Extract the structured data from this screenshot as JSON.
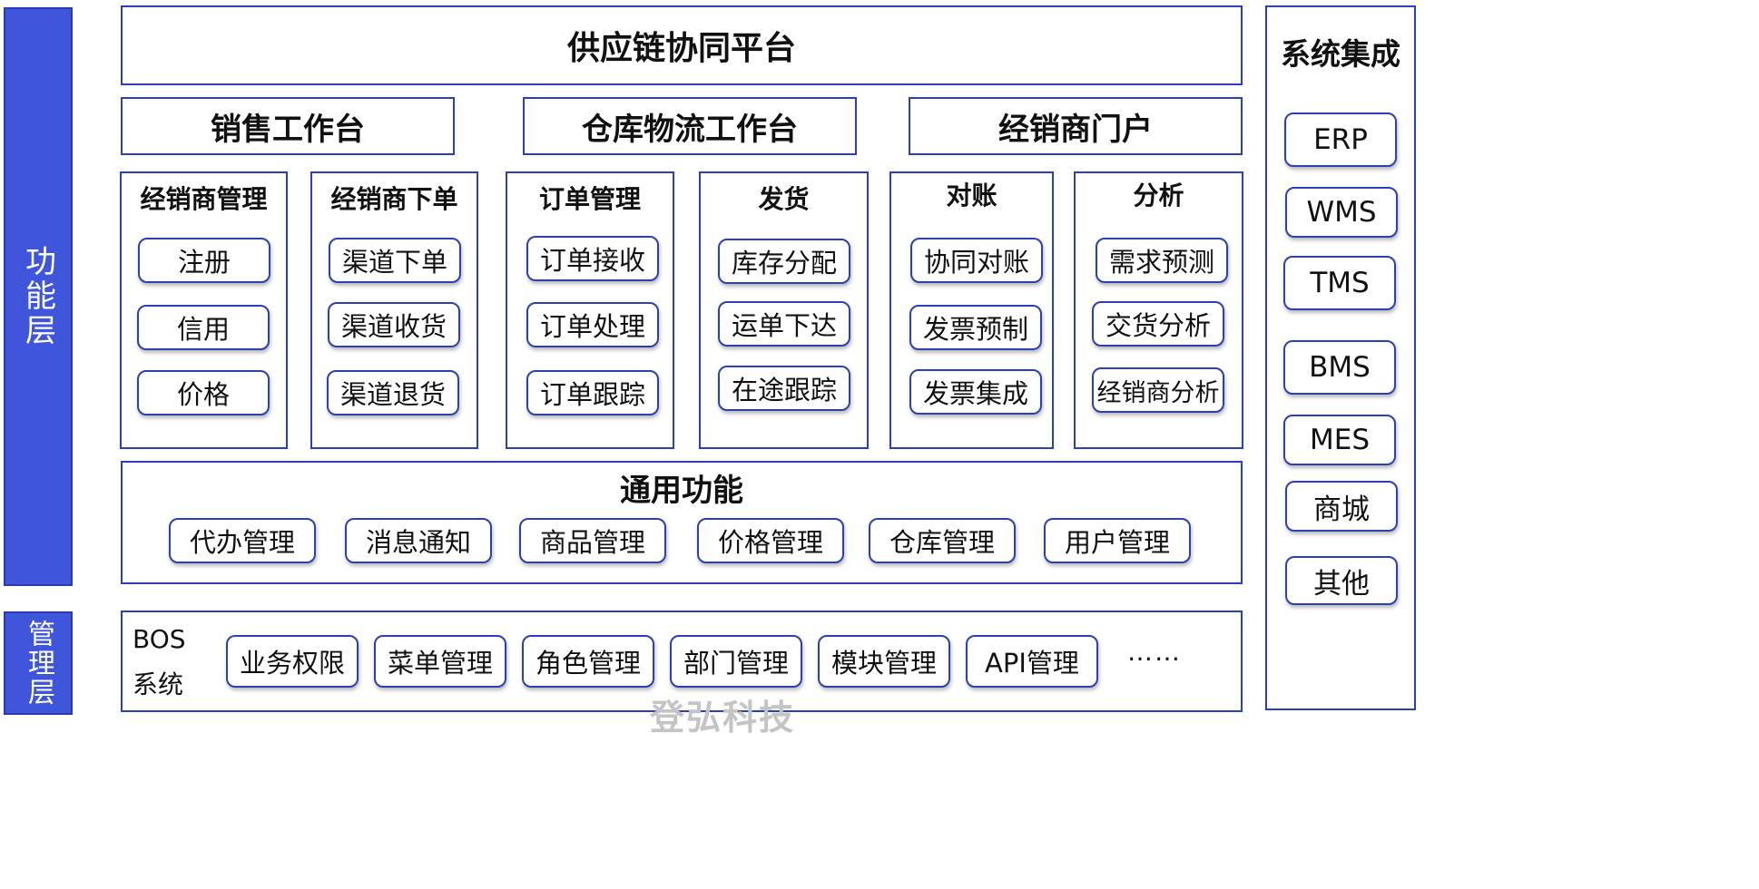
{
  "layers": {
    "function": "功能层",
    "management": "管理层"
  },
  "platform_title": "供应链协同平台",
  "workbenches": [
    "销售工作台",
    "仓库物流工作台",
    "经销商门户"
  ],
  "modules": [
    {
      "title": "经销商管理",
      "items": [
        "注册",
        "信用",
        "价格"
      ]
    },
    {
      "title": "经销商下单",
      "items": [
        "渠道下单",
        "渠道收货",
        "渠道退货"
      ]
    },
    {
      "title": "订单管理",
      "items": [
        "订单接收",
        "订单处理",
        "订单跟踪"
      ]
    },
    {
      "title": "发货",
      "items": [
        "库存分配",
        "运单下达",
        "在途跟踪"
      ]
    },
    {
      "title": "对账",
      "items": [
        "协同对账",
        "发票预制",
        "发票集成"
      ]
    },
    {
      "title": "分析",
      "items": [
        "需求预测",
        "交货分析",
        "经销商分析"
      ]
    }
  ],
  "common": {
    "title": "通用功能",
    "items": [
      "代办管理",
      "消息通知",
      "商品管理",
      "价格管理",
      "仓库管理",
      "用户管理"
    ]
  },
  "bos": {
    "label_line1": "BOS",
    "label_line2": "系统",
    "items": [
      "业务权限",
      "菜单管理",
      "角色管理",
      "部门管理",
      "模块管理",
      "API管理"
    ],
    "more": "……"
  },
  "integration": {
    "title": "系统集成",
    "items": [
      "ERP",
      "WMS",
      "TMS",
      "BMS",
      "MES",
      "商城",
      "其他"
    ]
  },
  "watermark": "登弘科技",
  "colors": {
    "accent": "#3f56dc",
    "border": "#2b3fb8"
  }
}
